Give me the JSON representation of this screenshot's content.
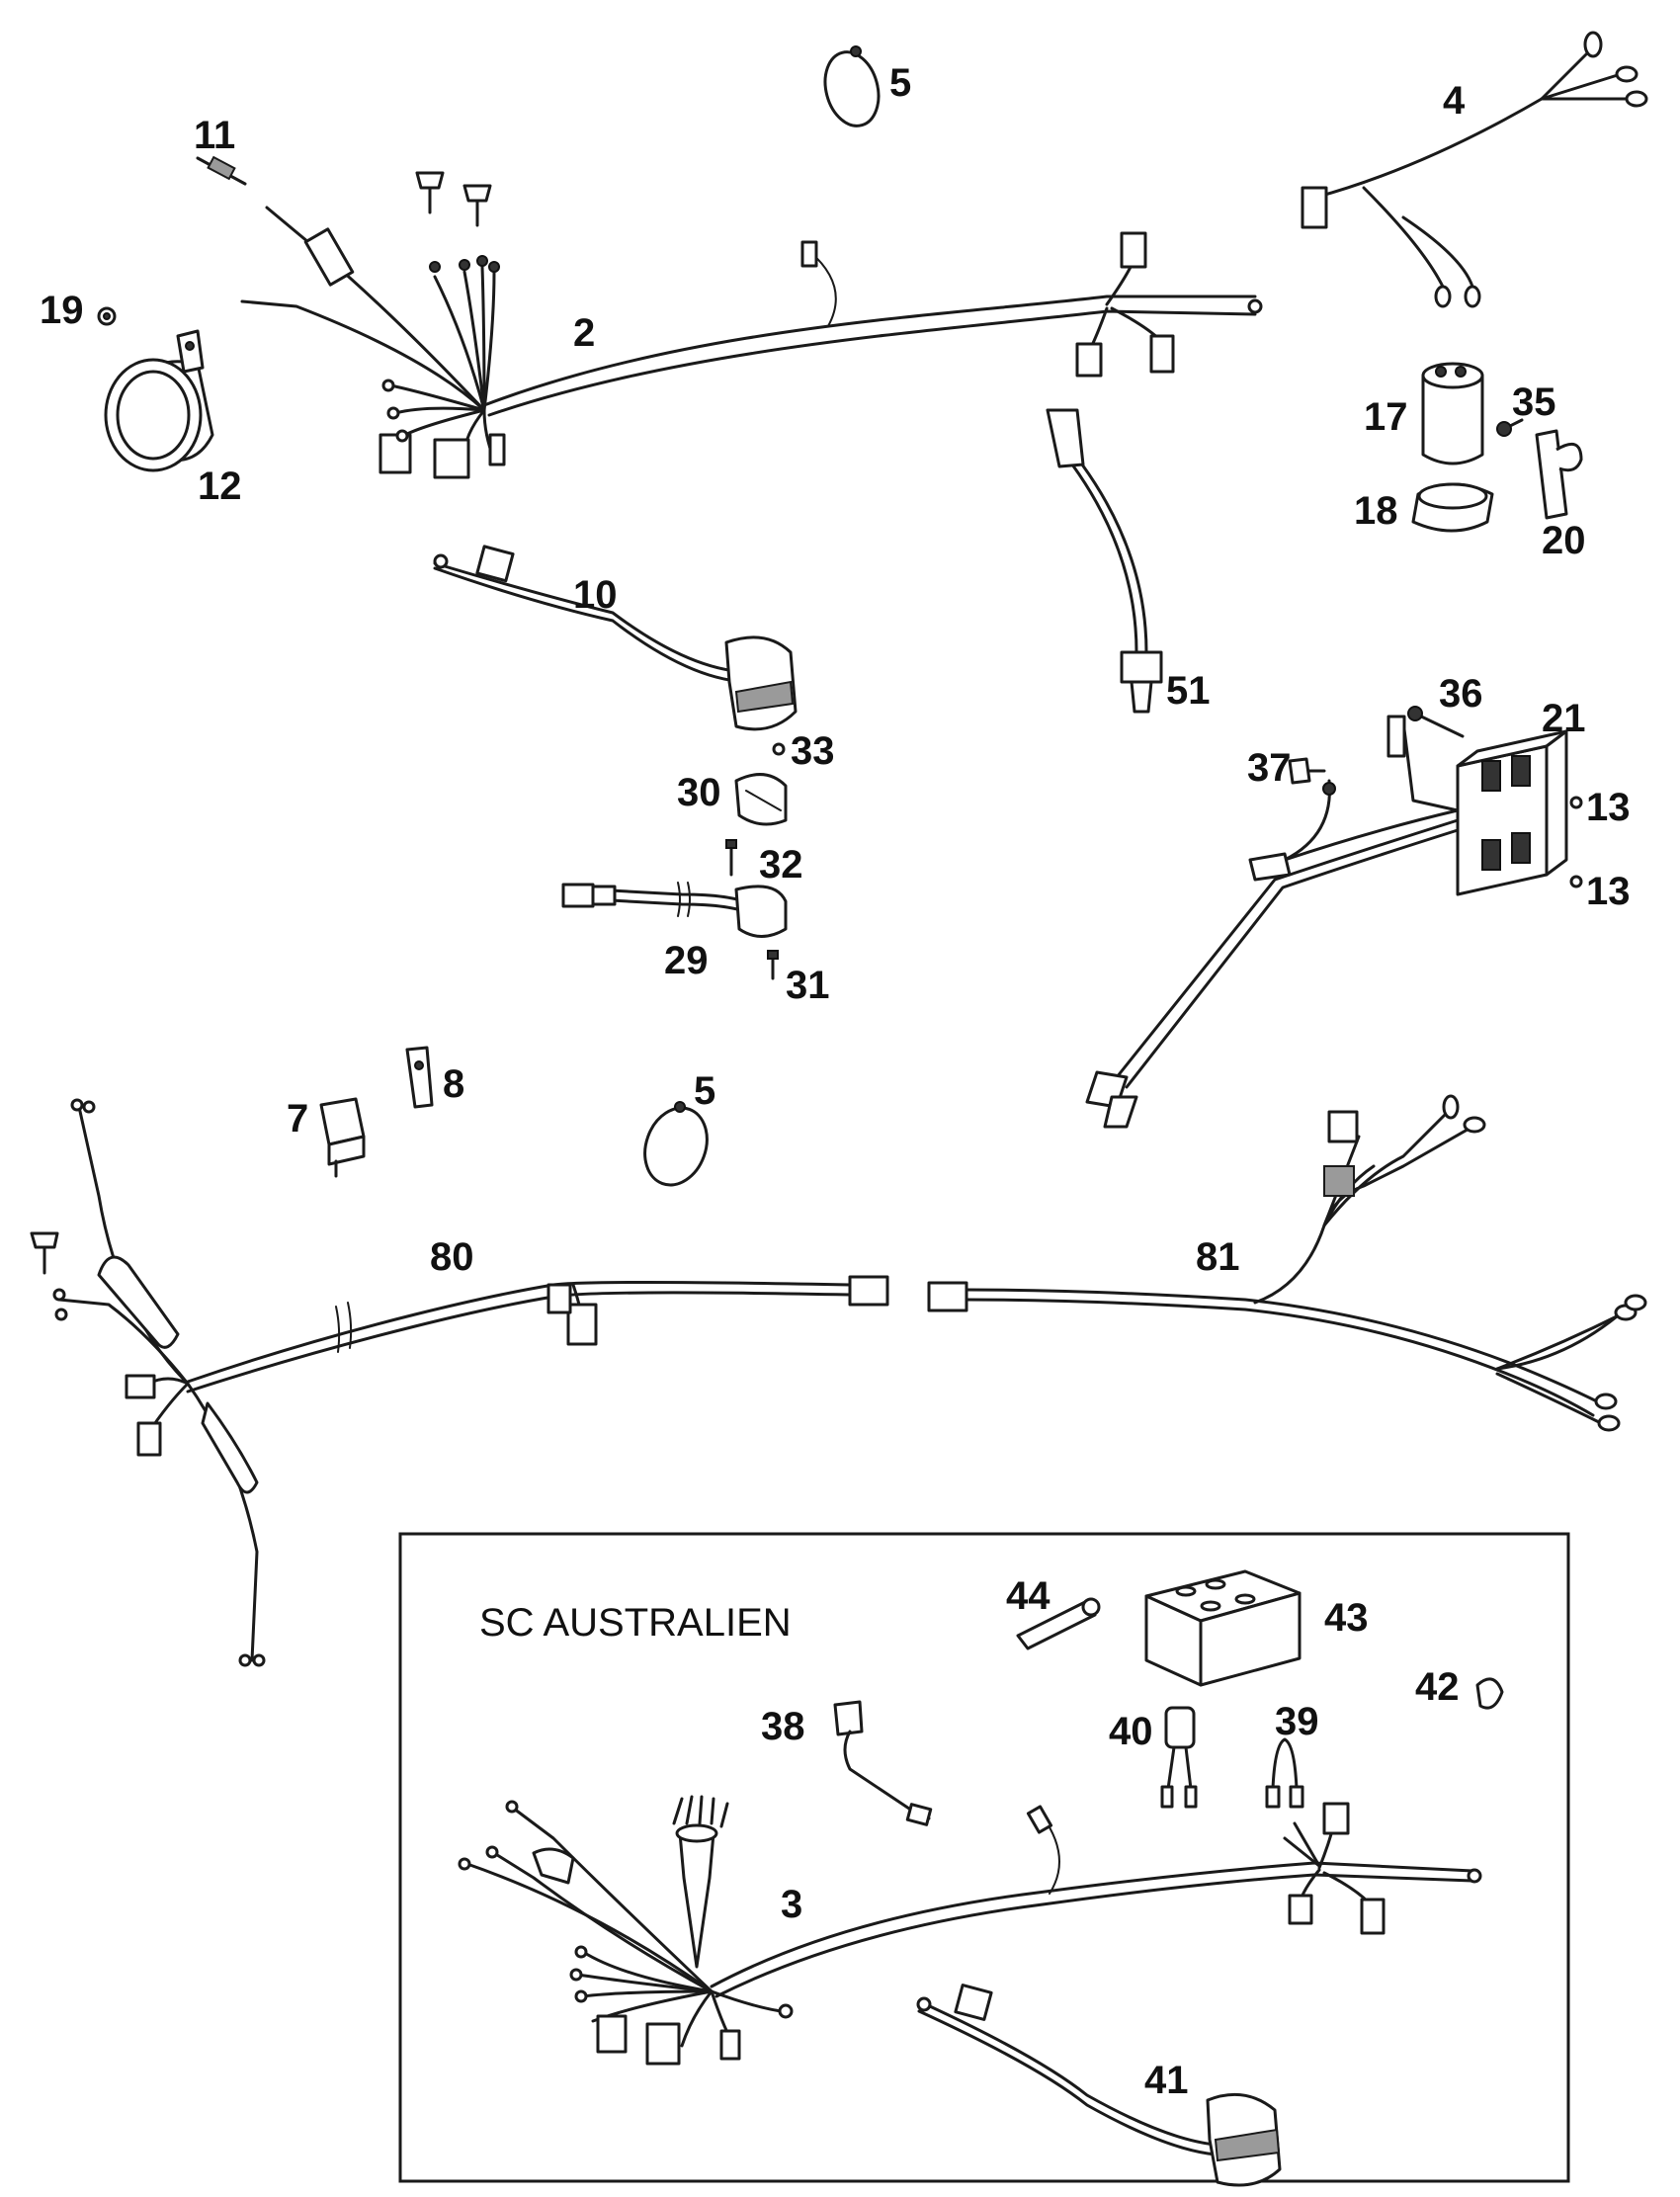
{
  "inset": {
    "title": "SC AUSTRALIEN"
  },
  "labels": {
    "n2": "2",
    "n3": "3",
    "n4": "4",
    "n5a": "5",
    "n5b": "5",
    "n7": "7",
    "n8": "8",
    "n10": "10",
    "n11": "11",
    "n12": "12",
    "n13a": "13",
    "n13b": "13",
    "n17": "17",
    "n18": "18",
    "n19": "19",
    "n20": "20",
    "n21": "21",
    "n29": "29",
    "n30": "30",
    "n31": "31",
    "n32": "32",
    "n33": "33",
    "n35": "35",
    "n36": "36",
    "n37": "37",
    "n38": "38",
    "n39": "39",
    "n40": "40",
    "n41": "41",
    "n42": "42",
    "n43": "43",
    "n44": "44",
    "n51": "51",
    "n80": "80",
    "n81": "81"
  }
}
